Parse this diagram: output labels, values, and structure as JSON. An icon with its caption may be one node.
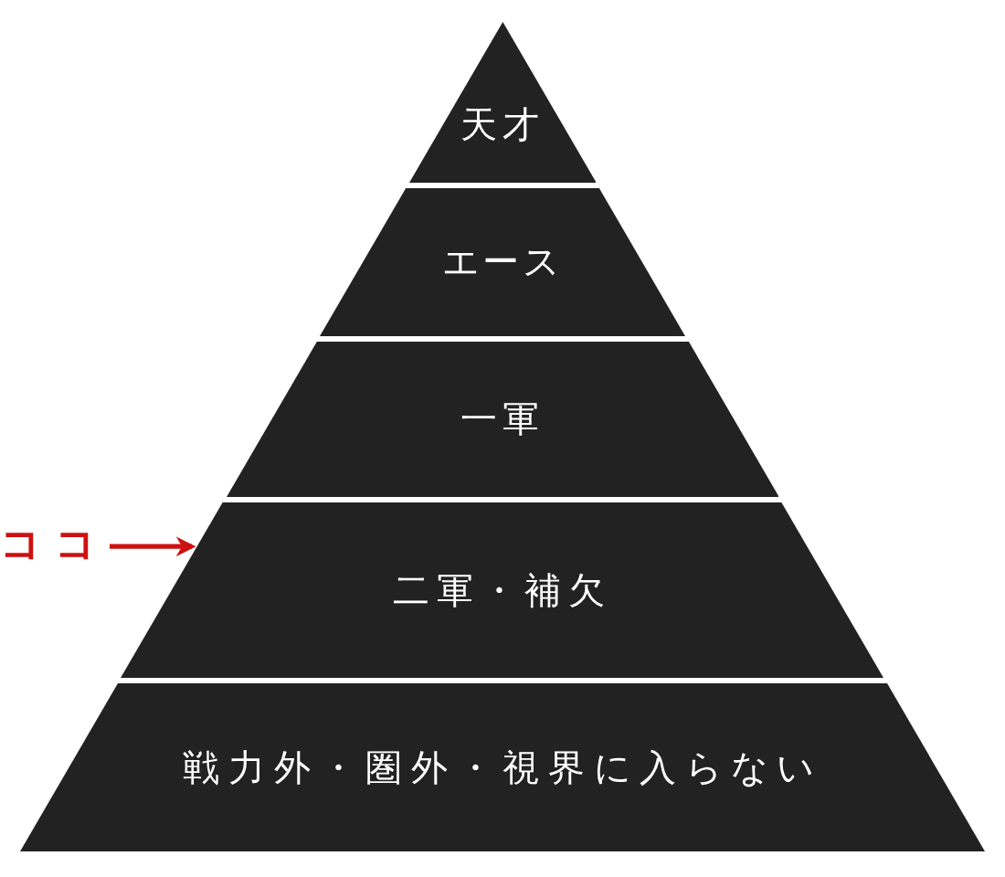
{
  "diagram": {
    "nodes": [
      {
        "text": [
          "天才"
        ]
      },
      {
        "text": [
          "エース"
        ]
      },
      {
        "text": [
          "一軍"
        ]
      },
      {
        "text": [
          "二軍・補欠"
        ]
      },
      {
        "text": [
          "戦力外・圏外・視界に入らない"
        ]
      },
      {
        "text": [
          "ココ"
        ]
      }
    ],
    "edges": [
      {
        "from": 5,
        "to": 3,
        "arrow": "to",
        "color": "#cc1111"
      }
    ]
  }
}
